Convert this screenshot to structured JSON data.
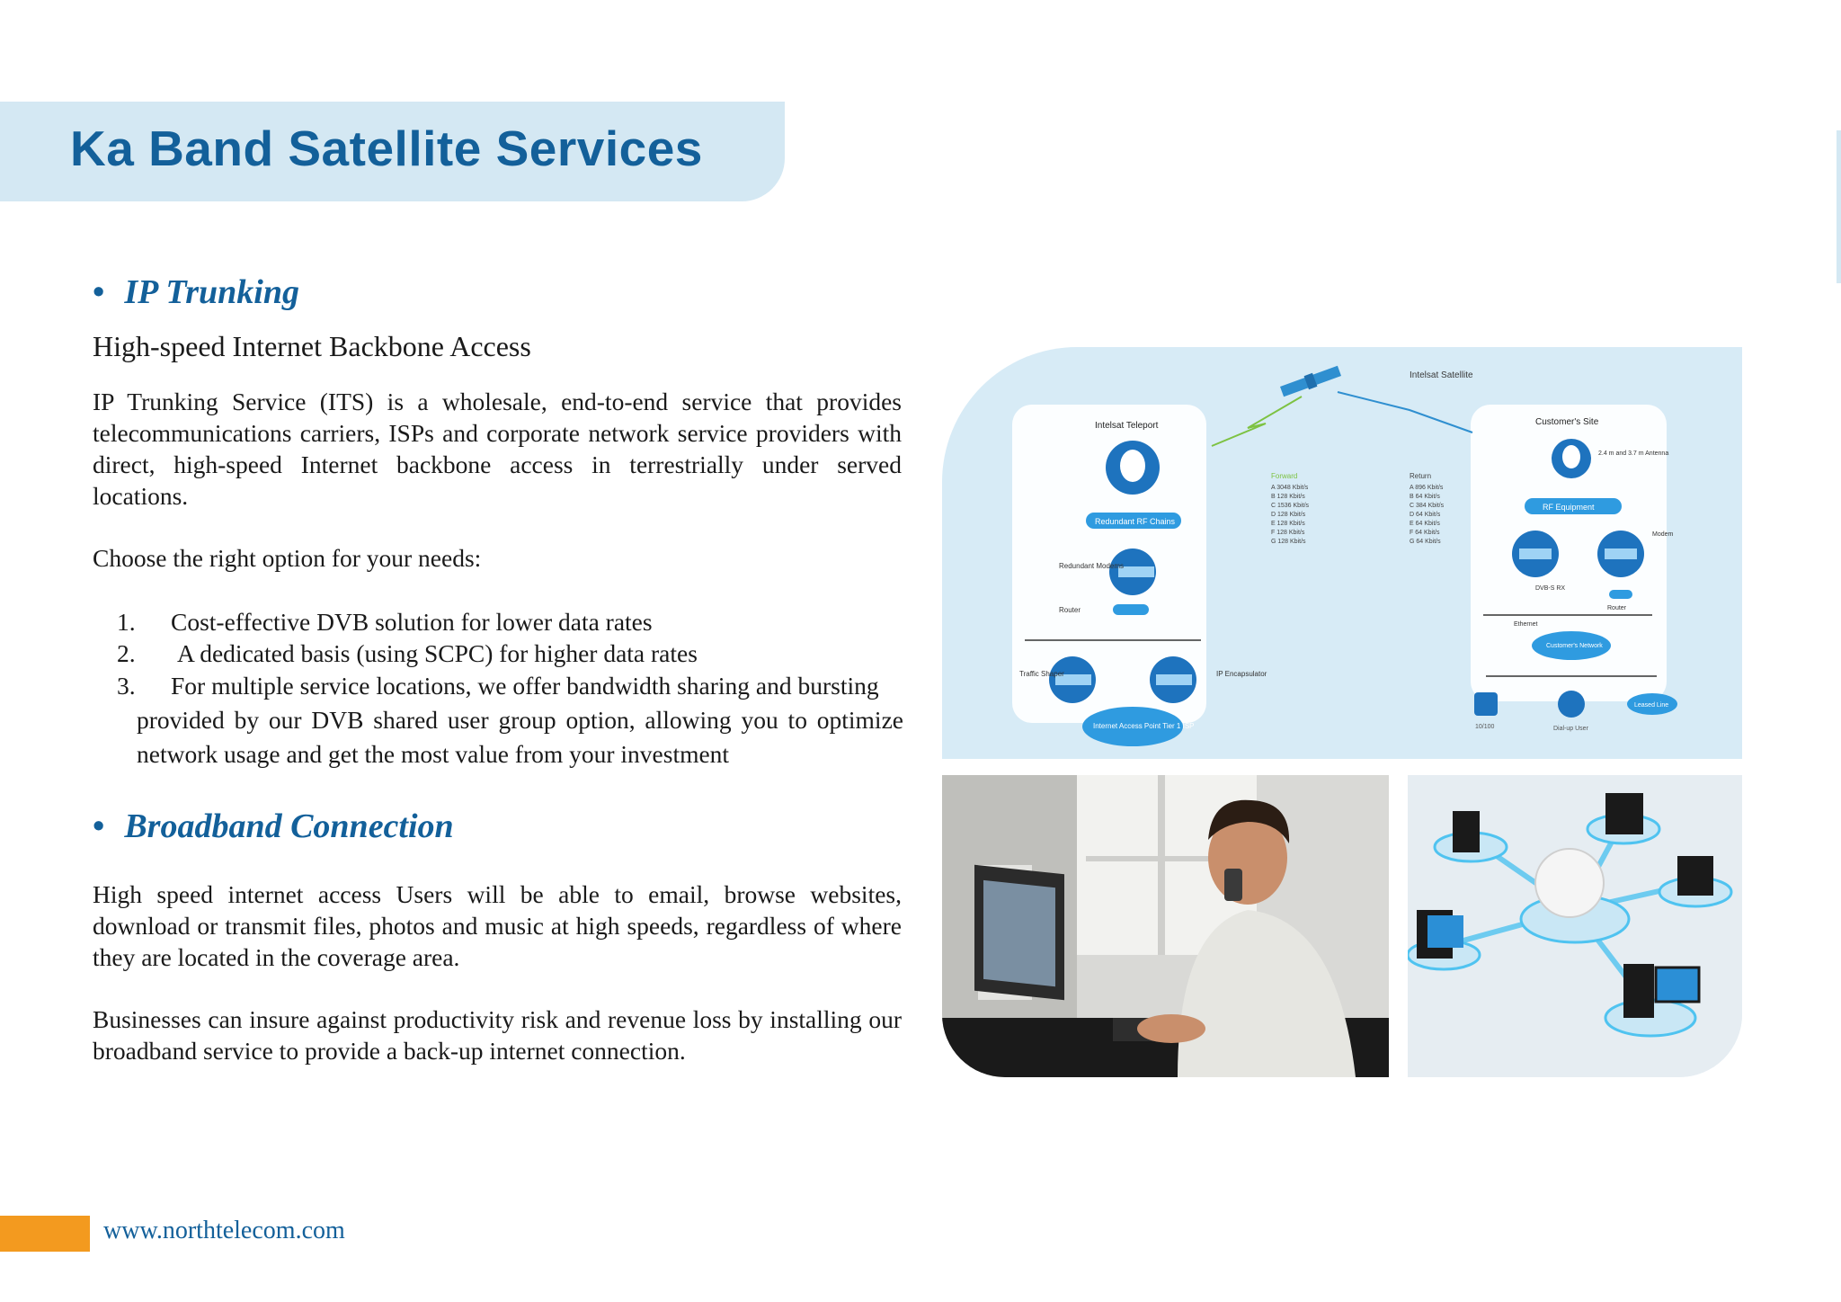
{
  "header": {
    "title": "Ka Band Satellite Services"
  },
  "ip_trunking": {
    "heading": "IP Trunking",
    "subheading": "High-speed Internet Backbone Access",
    "description": "IP Trunking Service (ITS) is a wholesale, end-to-end service that provides telecommunications carriers, ISPs and corporate network service providers with direct, high-speed Internet backbone access in terrestrially under served locations.",
    "choose_text": "Choose the right option for your needs:",
    "options": [
      {
        "num": "1.",
        "text": "Cost-effective DVB solution for lower data rates"
      },
      {
        "num": "2.",
        "text": "A dedicated basis (using SCPC) for higher data rates"
      },
      {
        "num": "3.",
        "text": "For multiple service locations, we offer bandwidth sharing and bursting",
        "cont": "provided by our DVB shared user group option, allowing you to optimize network usage and get the most value from your investment"
      }
    ]
  },
  "broadband": {
    "heading": "Broadband Connection",
    "para1": "High speed internet access Users will be able to email, browse websites, download or transmit files, photos and music at high speeds, regardless of where they are located in the coverage area.",
    "para2": "Businesses can insure against productivity risk and revenue loss by installing our broadband service to provide a back-up internet connection."
  },
  "diagram": {
    "satellite_label": "Intelsat Satellite",
    "teleport_label": "Intelsat Teleport",
    "customer_label": "Customer's Site",
    "forward_label": "Forward",
    "return_label": "Return",
    "forward_rates": [
      "A 3048 Kbit/s",
      "B 128 Kbit/s",
      "C 1536 Kbit/s",
      "D 128 Kbit/s",
      "E 128 Kbit/s",
      "F 128 Kbit/s",
      "G 128 Kbit/s"
    ],
    "return_rates": [
      "A 896 Kbit/s",
      "B 64 Kbit/s",
      "C 384 Kbit/s",
      "D 64 Kbit/s",
      "E 64 Kbit/s",
      "F 64 Kbit/s",
      "G 64 Kbit/s"
    ],
    "antenna_label": "2.4 m and 3.7 m Antenna",
    "rf_chain_label": "Redundant RF Chains",
    "rf_equipment_label": "RF Equipment",
    "modems_label": "Redundant Modems",
    "modem_label": "Modem",
    "router_label": "Router",
    "dvb_label": "DVB-S RX",
    "ethernet_label": "Ethernet",
    "customer_network_label": "Customer's Network",
    "traffic_shaper_label": "Traffic Shaper",
    "ip_encapsulator_label": "IP Encapsulator",
    "internet_access_label": "Internet Access Point Tier 1 ISP",
    "leased_line_label": "Leased Line",
    "dialup_label": "Dial-up User",
    "lan_label": "10/100"
  },
  "footer": {
    "url": "www.northtelecom.com"
  },
  "colors": {
    "brand_blue": "#13609a",
    "header_band": "#d4e8f3",
    "accent_orange": "#f39a1f"
  }
}
